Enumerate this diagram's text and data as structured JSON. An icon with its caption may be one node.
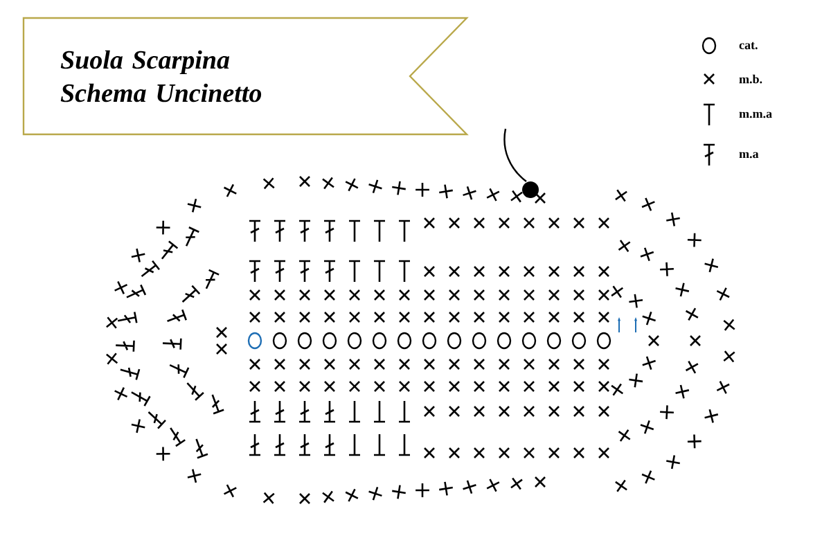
{
  "diagram": {
    "title": "Suola Scarpina Schema Uncinetto",
    "legend": [
      {
        "text": "cat."
      },
      {
        "text": "m.b."
      },
      {
        "text": "m.m.a"
      },
      {
        "text": "m.a"
      }
    ]
  }
}
